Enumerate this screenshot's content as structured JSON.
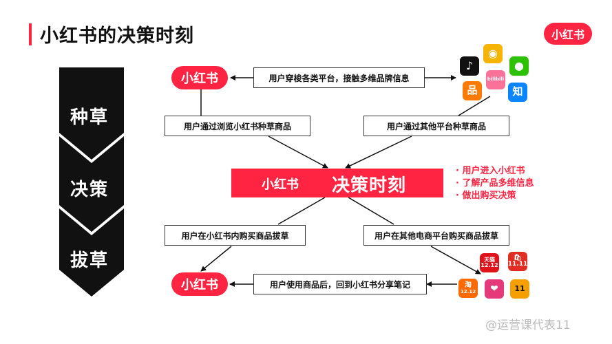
{
  "title": "小红书的决策时刻",
  "brand_logo": "小红书",
  "stages": [
    "种草",
    "决策",
    "拔草"
  ],
  "flow": {
    "top_channel": "用户穿梭各类平台，接触多维品牌信息",
    "left_seed": "用户通过浏览小红书种草商品",
    "right_seed": "用户通过其他平台种草商品",
    "center_title": "决策时刻",
    "left_buy": "用户在小红书内购买商品拔草",
    "right_buy": "用户在其他电商平台购买商品拔草",
    "bottom_share": "用户使用商品后，回到小红书分享笔记"
  },
  "decision_bullets": [
    "· 用户进入小红书",
    "· 了解产品多维信息",
    "· 做出购买决策"
  ],
  "platform_icons": [
    {
      "name": "douyin-icon",
      "glyph": "♪",
      "color": "#111111"
    },
    {
      "name": "weibo-icon",
      "glyph": "◉",
      "color": "#f5b400"
    },
    {
      "name": "wechat-icon",
      "glyph": "●",
      "color": "#2dc100"
    },
    {
      "name": "bilibili-icon",
      "glyph": "bilibili",
      "color": "#fb7299"
    },
    {
      "name": "xiaohongshu-alt-icon",
      "glyph": "品",
      "color": "#ff7b00"
    },
    {
      "name": "zhihu-icon",
      "glyph": "知",
      "color": "#0a84ff"
    }
  ],
  "ecommerce_icons": [
    {
      "name": "tmall-icon",
      "glyph": "天猫",
      "sub": "12.12",
      "color": "#e0121b"
    },
    {
      "name": "pinduoduo-icon",
      "glyph": "🛍",
      "sub": "11.11",
      "color": "#e02e24"
    },
    {
      "name": "taobao-icon",
      "glyph": "淘",
      "sub": "12.12",
      "color": "#ff6a00"
    },
    {
      "name": "vip-icon",
      "glyph": "❤",
      "sub": "",
      "color": "#e5397a"
    },
    {
      "name": "jd-icon",
      "glyph": "11",
      "sub": "",
      "color": "#f5a000"
    }
  ],
  "watermark": "@运营课代表11"
}
